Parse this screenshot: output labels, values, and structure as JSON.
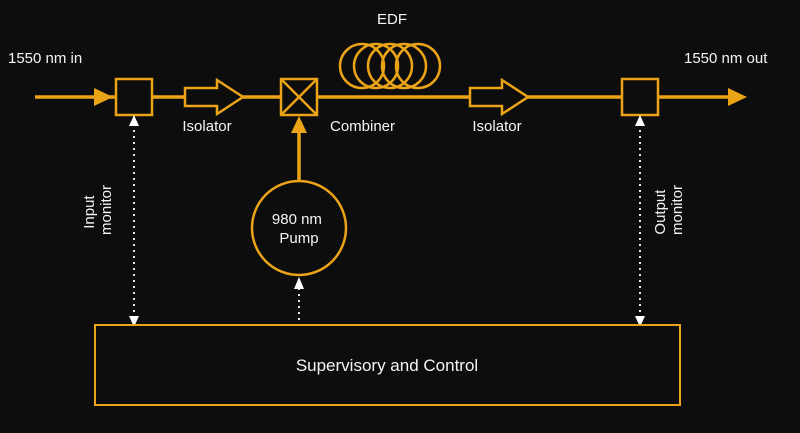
{
  "colors": {
    "accent": "#eba417",
    "background": "#0d0d0d",
    "text": "#f5f5f5",
    "dotted": "#ffffff"
  },
  "diagram": {
    "edf_label": "EDF",
    "input_signal": "1550 nm in",
    "output_signal": "1550 nm out",
    "isolator_left": "Isolator",
    "combiner": "Combiner",
    "isolator_right": "Isolator",
    "input_monitor": {
      "line1": "Input",
      "line2": "monitor"
    },
    "output_monitor": {
      "line1": "Output",
      "line2": "monitor"
    },
    "pump": {
      "line1": "980 nm",
      "line2": "Pump"
    },
    "supervisory": "Supervisory and Control"
  }
}
